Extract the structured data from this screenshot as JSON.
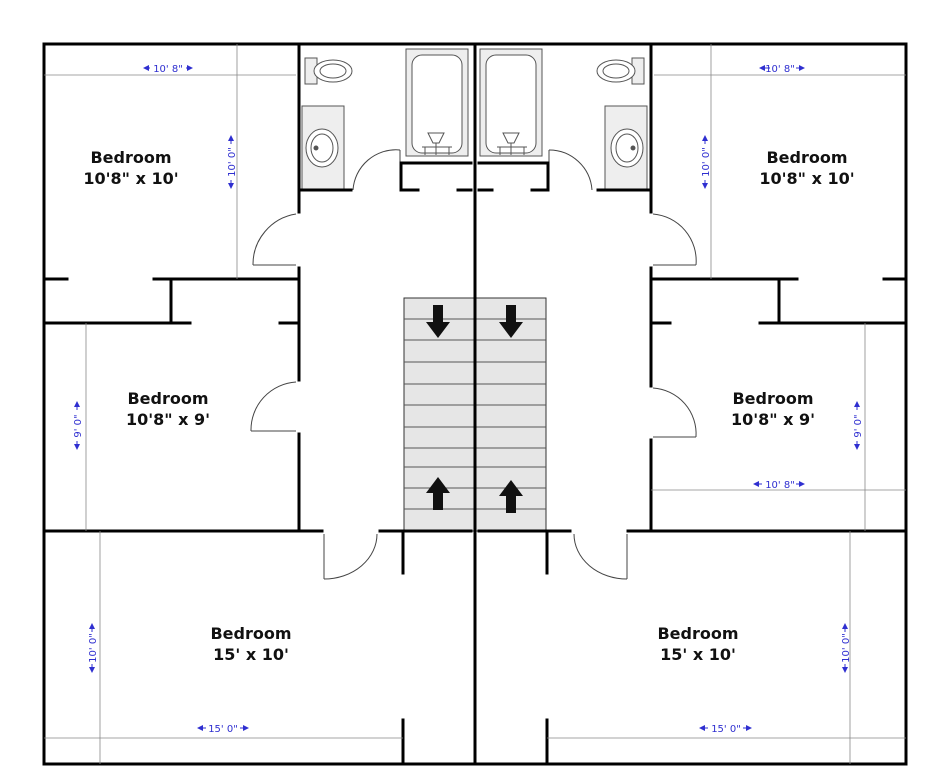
{
  "rooms": [
    {
      "id": "tl",
      "name": "Bedroom",
      "size": "10'8\" x 10'"
    },
    {
      "id": "ml",
      "name": "Bedroom",
      "size": "10'8\" x 9'"
    },
    {
      "id": "bl",
      "name": "Bedroom",
      "size": "15' x 10'"
    },
    {
      "id": "tr",
      "name": "Bedroom",
      "size": "10'8\" x 10'"
    },
    {
      "id": "mr",
      "name": "Bedroom",
      "size": "10'8\" x 9'"
    },
    {
      "id": "br",
      "name": "Bedroom",
      "size": "15' x 10'"
    }
  ],
  "dimensions": {
    "tl_width": "10' 8\"",
    "tl_height": "10' 0\"",
    "ml_height": "9' 0\"",
    "bl_height": "10' 0\"",
    "bl_width": "15' 0\"",
    "tr_width": "10' 8\"",
    "tr_height": "10' 0\"",
    "mr_width": "10' 8\"",
    "mr_height": "9' 0\"",
    "br_height": "10' 0\"",
    "br_width": "15' 0\""
  },
  "colors": {
    "wall": "#000000",
    "dimension": "#2f2fd0",
    "stair_fill": "#e6e6e6",
    "fixture_fill": "#eeeeee"
  }
}
